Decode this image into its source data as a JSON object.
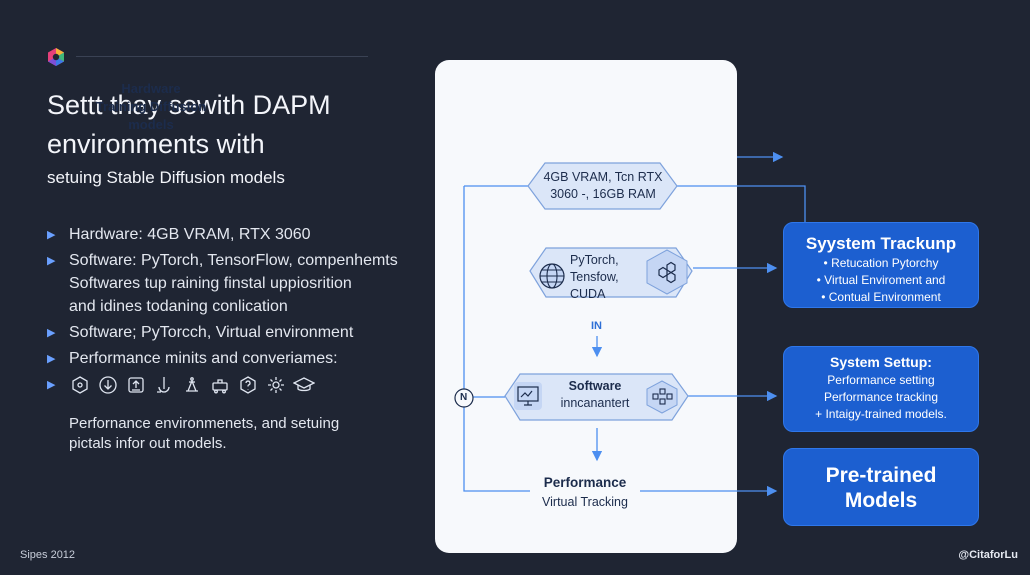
{
  "title_line1": "Settt thay sewith DAPM",
  "title_line2": "environments with",
  "subtitle": "setuing Stable Diffusion models",
  "bullets": [
    "Hardware: 4GB VRAM, RTX 3060",
    "Software: PyTorch, TensorFlow, compenhemts",
    "Softwares tup raining finstal uppiosrition",
    "and idines todaning conlication",
    "Software; PyTorcch, Virtual environment",
    "Performance minits and converiames:"
  ],
  "icons": [
    "network-icon",
    "download-icon",
    "upload-tray-icon",
    "anchor-icon",
    "scale-icon",
    "robot-icon",
    "help-icon",
    "gear-icon",
    "graduation-icon"
  ],
  "note": "Perfornance environmenets, and setuing pictals infor out models.",
  "footer_left": "Sipes 2012",
  "footer_right": "@CitaforLu",
  "diagram": {
    "header": "Hardware\nTraining Diffusion\nmodels",
    "hardware_node": "4GB VRAM, Tcn RTX\n3060 -, 16GB RAM",
    "software_node": "PyTorch,\nTensfow,\nCUDA",
    "in_label": "IN",
    "n_label": "N",
    "software2_line1": "Software",
    "software2_line2": "inncanantert",
    "perf_line1": "Performance",
    "perf_line2": "Virtual Tracking"
  },
  "cards": {
    "tracking": {
      "title": "Syystem Trackunp",
      "lines": [
        "• Retucation Pytorchy",
        "• Virtual Enviroment and",
        "• Contual Environment"
      ]
    },
    "setup": {
      "title": "System Settup:",
      "lines": [
        "Performance setting",
        "Performance tracking",
        "+ Intaigy-trained models."
      ]
    },
    "pretrained": {
      "title_line1": "Pre-trained",
      "title_line2": "Models"
    }
  },
  "colors": {
    "background": "#1f2533",
    "accent": "#1c5fd0",
    "panel": "#f7f9fc"
  }
}
